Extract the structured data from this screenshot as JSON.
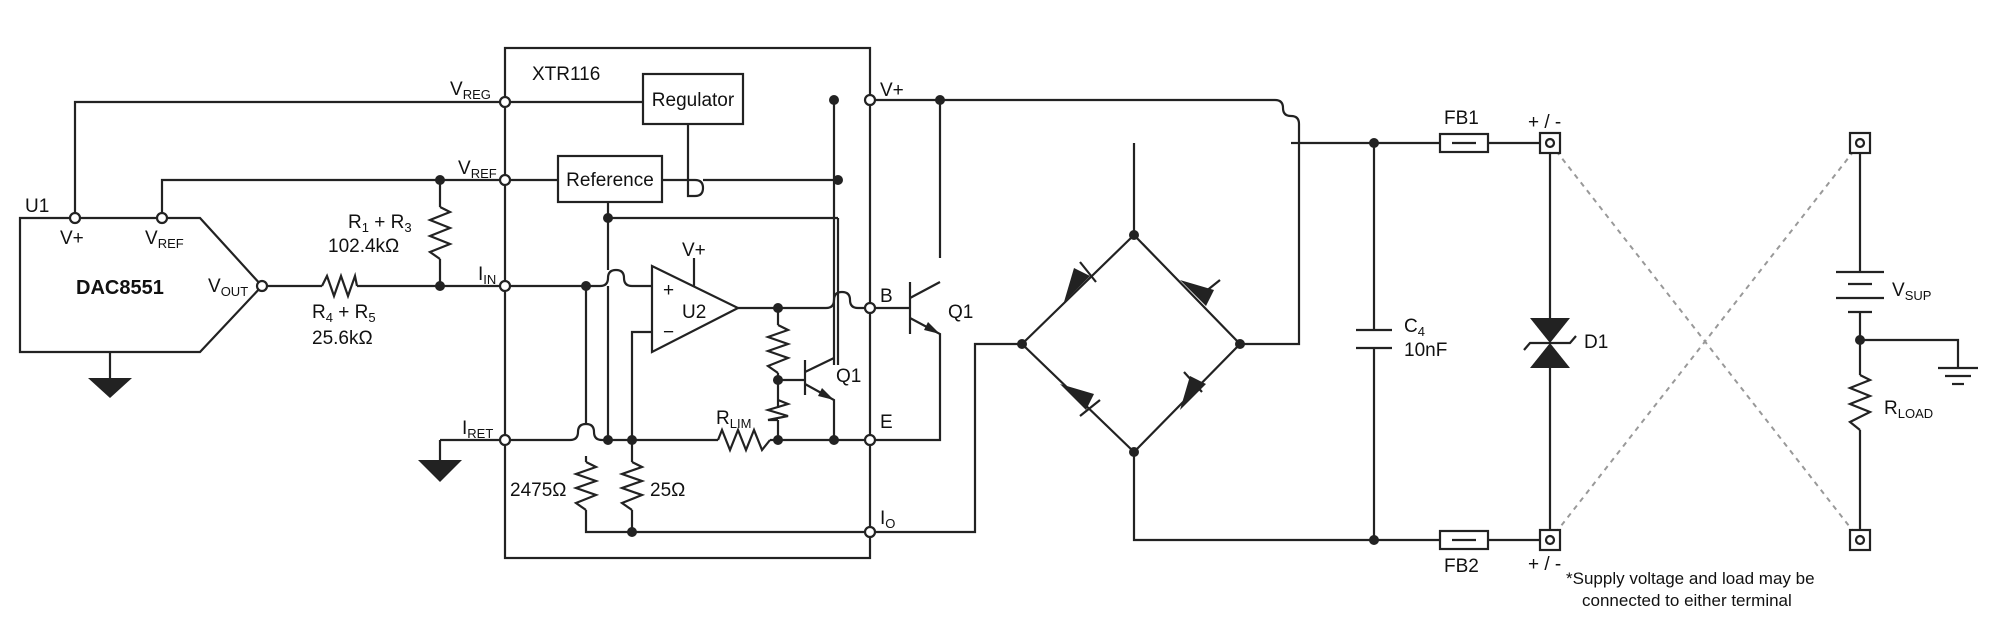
{
  "ic": {
    "name": "XTR116",
    "regulator": "Regulator",
    "reference": "Reference"
  },
  "pins": {
    "vreg": {
      "m": "V",
      "s": "REG"
    },
    "vref": {
      "m": "V",
      "s": "REF"
    },
    "iin": {
      "m": "I",
      "s": "IN"
    },
    "iret": {
      "m": "I",
      "s": "RET"
    },
    "io": {
      "m": "I",
      "s": "O"
    },
    "vplus": "V+",
    "b": "B",
    "e": "E"
  },
  "dac": {
    "ref": "U1",
    "name": "DAC8551",
    "vplus": "V+",
    "vref": {
      "m": "V",
      "s": "REF"
    },
    "vout": {
      "m": "V",
      "s": "OUT"
    }
  },
  "r13": {
    "a": "R",
    "as": "1",
    "b": " + R",
    "bs": "3",
    "value": "102.4kΩ"
  },
  "r45": {
    "a": "R",
    "as": "4",
    "b": " + R",
    "bs": "5",
    "value": "25.6kΩ"
  },
  "amp": {
    "name": "U2",
    "vplus": "V+",
    "plus": "+",
    "minus": "−"
  },
  "rlim": {
    "m": "R",
    "s": "LIM"
  },
  "q1_internal": "Q1",
  "q1_external": "Q1",
  "r2475": "2475Ω",
  "r25": "25Ω",
  "c4": {
    "m": "C",
    "s": "4",
    "value": "10nF"
  },
  "fb1": "FB1",
  "fb2": "FB2",
  "term_top": "+ / -",
  "term_bottom": "+ / -",
  "d1": "D1",
  "vsup": {
    "m": "V",
    "s": "SUP"
  },
  "rload": {
    "m": "R",
    "s": "LOAD"
  },
  "note": {
    "line1": "*Supply voltage and load may be",
    "line2": "connected to either terminal"
  }
}
